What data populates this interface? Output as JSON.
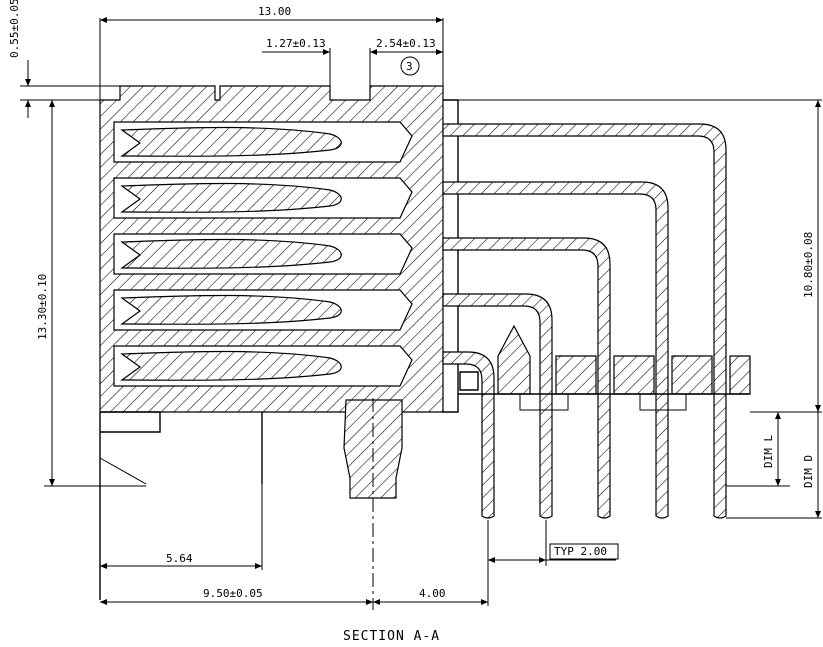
{
  "drawing": {
    "section_label": "SECTION A-A",
    "callout_number": "3",
    "dimensions": {
      "overall_width": "13.00",
      "pitch_small": "1.27±0.13",
      "pitch_large": "2.54±0.13",
      "top_offset": "0.55±0.05",
      "body_height": "13.30±0.10",
      "right_height": "10.80±0.08",
      "width_564": "5.64",
      "width_950": "9.50±0.05",
      "width_400": "4.00",
      "pin_pitch": "TYP 2.00",
      "dim_l": "DIM L",
      "dim_d": "DIM D"
    }
  }
}
